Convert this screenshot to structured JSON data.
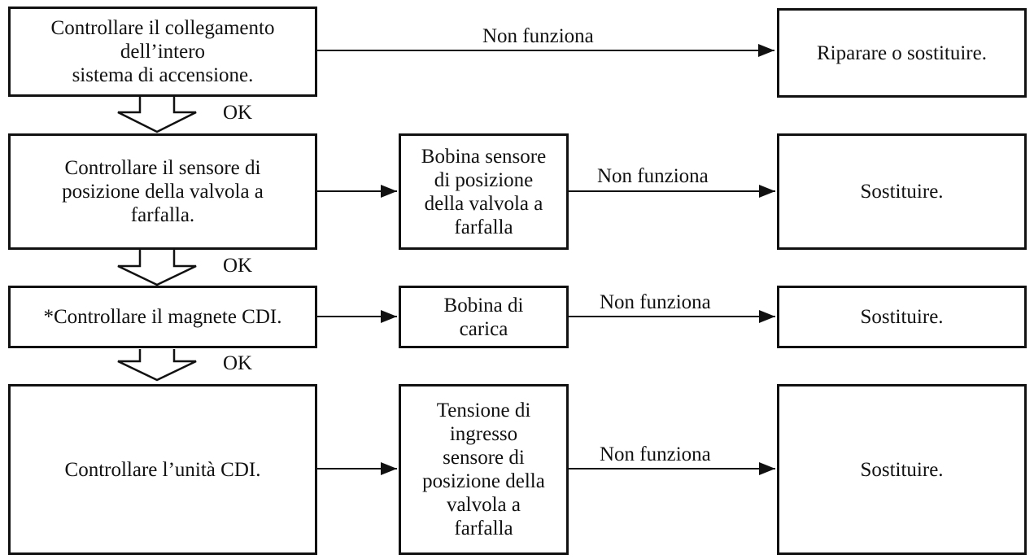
{
  "steps": [
    {
      "check": "Controllare il collegamento\ndell’intero\nsistema di accensione.",
      "result": "Riparare o sostituire."
    },
    {
      "check": "Controllare il sensore di\nposizione della valvola a\nfarfalla.",
      "detail": "Bobina sensore\ndi posizione\ndella valvola a\nfarfalla",
      "result": "Sostituire."
    },
    {
      "check": "*Controllare il magnete CDI.",
      "detail": "Bobina di\ncarica",
      "result": "Sostituire."
    },
    {
      "check": "Controllare l’unità CDI.",
      "detail": "Tensione di\ningresso\nsensore di\nposizione della\nvalvola a\nfarfalla",
      "result": "Sostituire."
    }
  ],
  "labels": {
    "fail": "Non funziona",
    "ok": "OK"
  }
}
